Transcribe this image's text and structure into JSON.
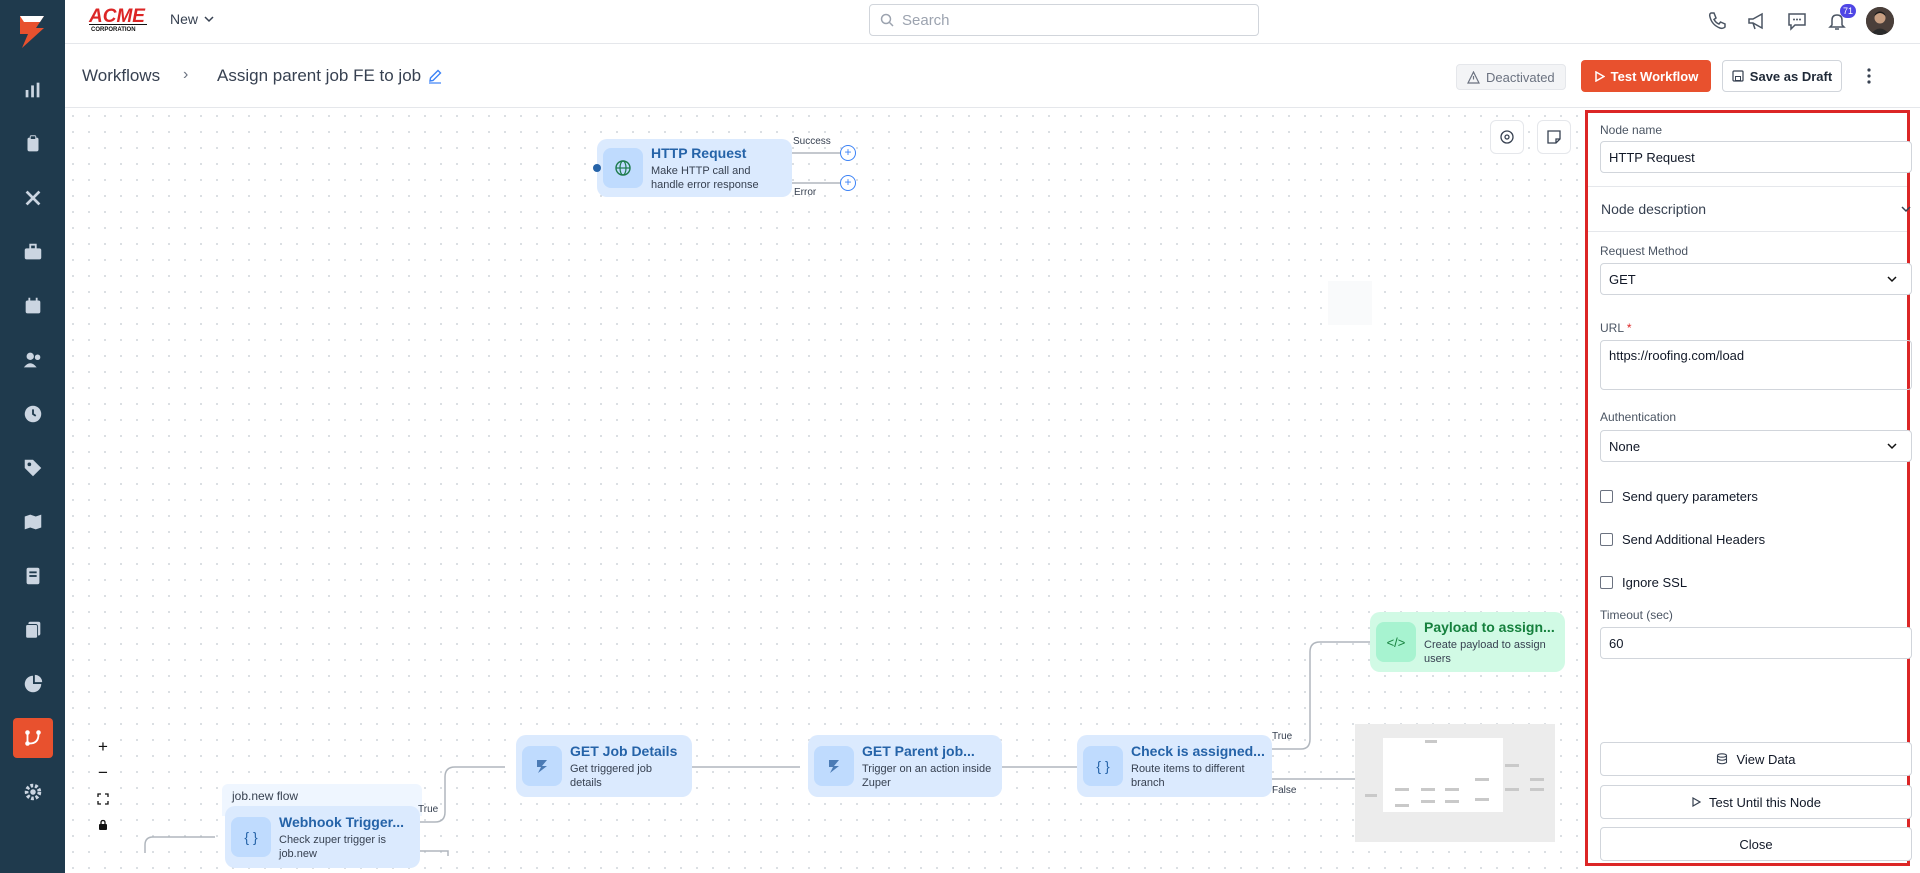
{
  "brand": {
    "logo_text": "ACME",
    "logo_subtext": "CORPORATION"
  },
  "topbar": {
    "new_menu_label": "New",
    "search_placeholder": "Search",
    "notifications_count": "71",
    "icons": [
      "phone-icon",
      "megaphone-icon",
      "chat-icon",
      "bell-icon",
      "user-avatar"
    ]
  },
  "leftnav": {
    "items": [
      "dashboard-icon",
      "clipboard-icon",
      "tools-icon",
      "briefcase-icon",
      "calendar-icon",
      "users-icon",
      "clock-icon",
      "tag-icon",
      "map-icon",
      "invoice-icon",
      "documents-icon",
      "pie-chart-icon",
      "workflow-icon",
      "gear-icon"
    ],
    "active": "workflow-icon"
  },
  "header": {
    "breadcrumb_root": "Workflows",
    "breadcrumb_sep": "›",
    "title": "Assign parent job FE to job",
    "status": "Deactivated",
    "test_button": "Test Workflow",
    "draft_button": "Save as Draft"
  },
  "canvas": {
    "nodes": [
      {
        "title": "HTTP Request",
        "desc": "Make HTTP call and handle error response"
      },
      {
        "title": "Webhook Trigger...",
        "desc": "Check zuper trigger is job.new"
      },
      {
        "title": "GET Job Details",
        "desc": "Get triggered job details"
      },
      {
        "title": "GET Parent job...",
        "desc": "Trigger on an action inside Zuper"
      },
      {
        "title": "Check is assigned...",
        "desc": "Route items to different branch"
      },
      {
        "title": "Payload to assign...",
        "desc": "Create payload to assign users"
      }
    ],
    "edge_labels": {
      "success": "Success",
      "error": "Error",
      "true1": "True",
      "true2": "True",
      "false": "False"
    },
    "group_label": "job.new flow",
    "zoom_controls": [
      "+",
      "−",
      "⛶",
      "🔒"
    ]
  },
  "panel": {
    "node_name_label": "Node name",
    "node_name_value": "HTTP Request",
    "node_description_label": "Node description",
    "request_method_label": "Request Method",
    "request_method_value": "GET",
    "url_label": "URL",
    "url_required": "*",
    "url_value": "https://roofing.com/load",
    "auth_label": "Authentication",
    "auth_value": "None",
    "send_query_label": "Send query parameters",
    "send_headers_label": "Send Additional Headers",
    "ignore_ssl_label": "Ignore SSL",
    "timeout_label": "Timeout (sec)",
    "timeout_value": "60",
    "view_data_button": "View Data",
    "test_until_button": "Test Until this Node",
    "close_button": "Close"
  },
  "colors": {
    "nav_bg": "#1f3a4d",
    "accent": "#e8512e",
    "node_blue": "#dbeafe",
    "node_green": "#d1fae5",
    "highlight_border": "#dc2626"
  }
}
